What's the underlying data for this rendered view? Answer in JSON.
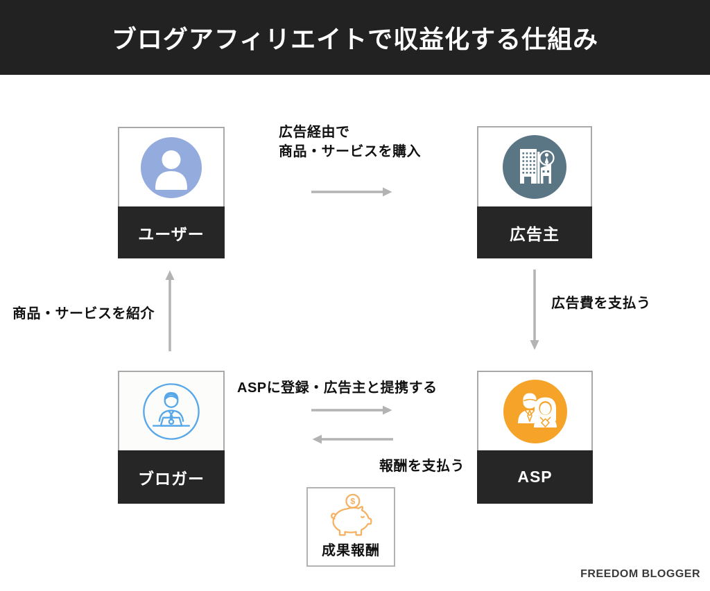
{
  "header": {
    "title": "ブログアフィリエイトで収益化する仕組み",
    "background": "#222222",
    "text_color": "#ffffff"
  },
  "nodes": {
    "user": {
      "label": "ユーザー",
      "icon": "person-icon",
      "icon_color": "#94abde"
    },
    "advertiser": {
      "label": "広告主",
      "icon": "office-building-icon",
      "icon_color": "#5a7584"
    },
    "blogger": {
      "label": "ブロガー",
      "icon": "blogger-at-laptop-icon",
      "icon_color": "#58a7e9"
    },
    "asp": {
      "label": "ASP",
      "icon": "partners-people-icon",
      "icon_color": "#f5a329"
    },
    "reward": {
      "label": "成果報酬",
      "icon": "piggy-bank-icon",
      "icon_color": "#f5b163",
      "coin_symbol": "$"
    }
  },
  "edges": {
    "user_to_advertiser": {
      "label": "広告経由で\n商品・サービスを購入",
      "direction": "right"
    },
    "advertiser_to_asp": {
      "label": "広告費を支払う",
      "direction": "down"
    },
    "blogger_to_user": {
      "label": "商品・サービスを紹介",
      "direction": "up"
    },
    "blogger_to_asp": {
      "label": "ASPに登録・広告主と提携する",
      "direction": "right"
    },
    "asp_to_blogger": {
      "label": "報酬を支払う",
      "direction": "left"
    }
  },
  "arrow_color": "#b3b3b3",
  "footer": {
    "brand": "FREEDOM BLOGGER"
  }
}
